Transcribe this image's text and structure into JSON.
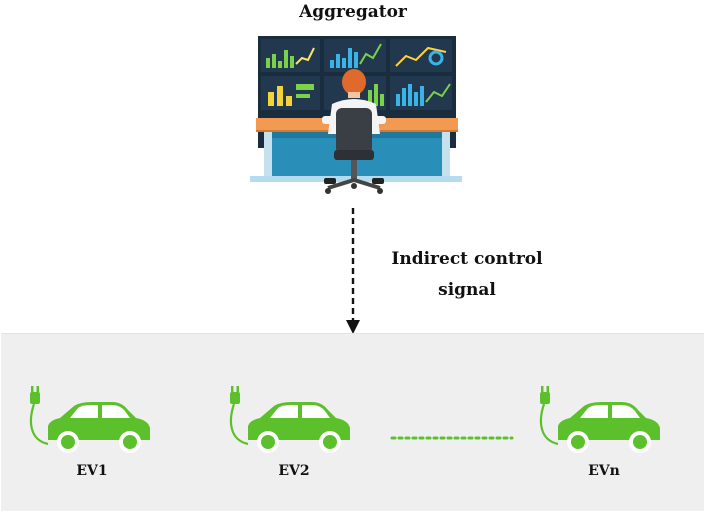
{
  "diagram": {
    "aggregator_label": "Aggregator",
    "signal_label_line1": "Indirect control",
    "signal_label_line2": "signal",
    "evs": [
      {
        "label": "EV1"
      },
      {
        "label": "EV2"
      },
      {
        "label": "EVn"
      }
    ]
  },
  "colors": {
    "car_green": "#5cc02c",
    "desk_orange": "#f29a52",
    "desk_blue": "#2a8fb8",
    "screen_dark": "#1d3347",
    "panel_gray": "#efefef"
  },
  "icons": [
    "control-room-icon",
    "operator-icon",
    "arrow-icon",
    "plug-icon",
    "car-icon"
  ]
}
